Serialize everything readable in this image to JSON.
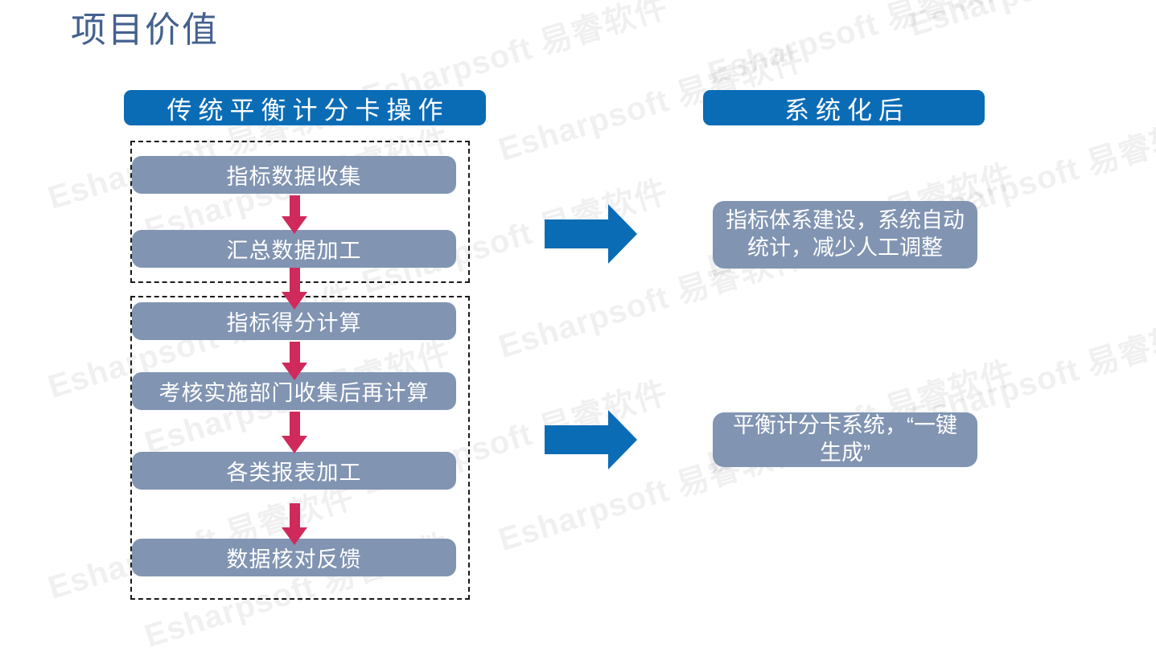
{
  "slide": {
    "title": "项目价值",
    "title_color": "#44618f",
    "background_color": "#ffffff"
  },
  "colors": {
    "accent_blue": "#0b6cb6",
    "box_gray_blue": "#8194b2",
    "arrow_crimson": "#cf2a5b",
    "dashed_border": "#1a1a1a",
    "box_text": "#ffffff"
  },
  "headers": {
    "left": "传统平衡计分卡操作",
    "right": "系统化后"
  },
  "left_flow": {
    "group_1": {
      "steps": [
        {
          "label": "指标数据收集"
        },
        {
          "label": "汇总数据加工"
        }
      ]
    },
    "group_2": {
      "steps": [
        {
          "label": "指标得分计算"
        },
        {
          "label": "考核实施部门收集后再计算"
        },
        {
          "label": "各类报表加工"
        },
        {
          "label": "数据核对反馈"
        }
      ]
    }
  },
  "right_results": [
    {
      "label": "指标体系建设，系统自动统计，减少人工调整"
    },
    {
      "label": "平衡计分卡系统，“一键生成”"
    }
  ],
  "connectors": {
    "blue_arrow_icon": "arrow-right-icon",
    "crimson_arrow_icon": "arrow-down-icon"
  },
  "watermark": {
    "text": "Esharpsoft 易睿软件",
    "color": "#000000",
    "opacity": 0.055,
    "rotation_deg": -17
  }
}
